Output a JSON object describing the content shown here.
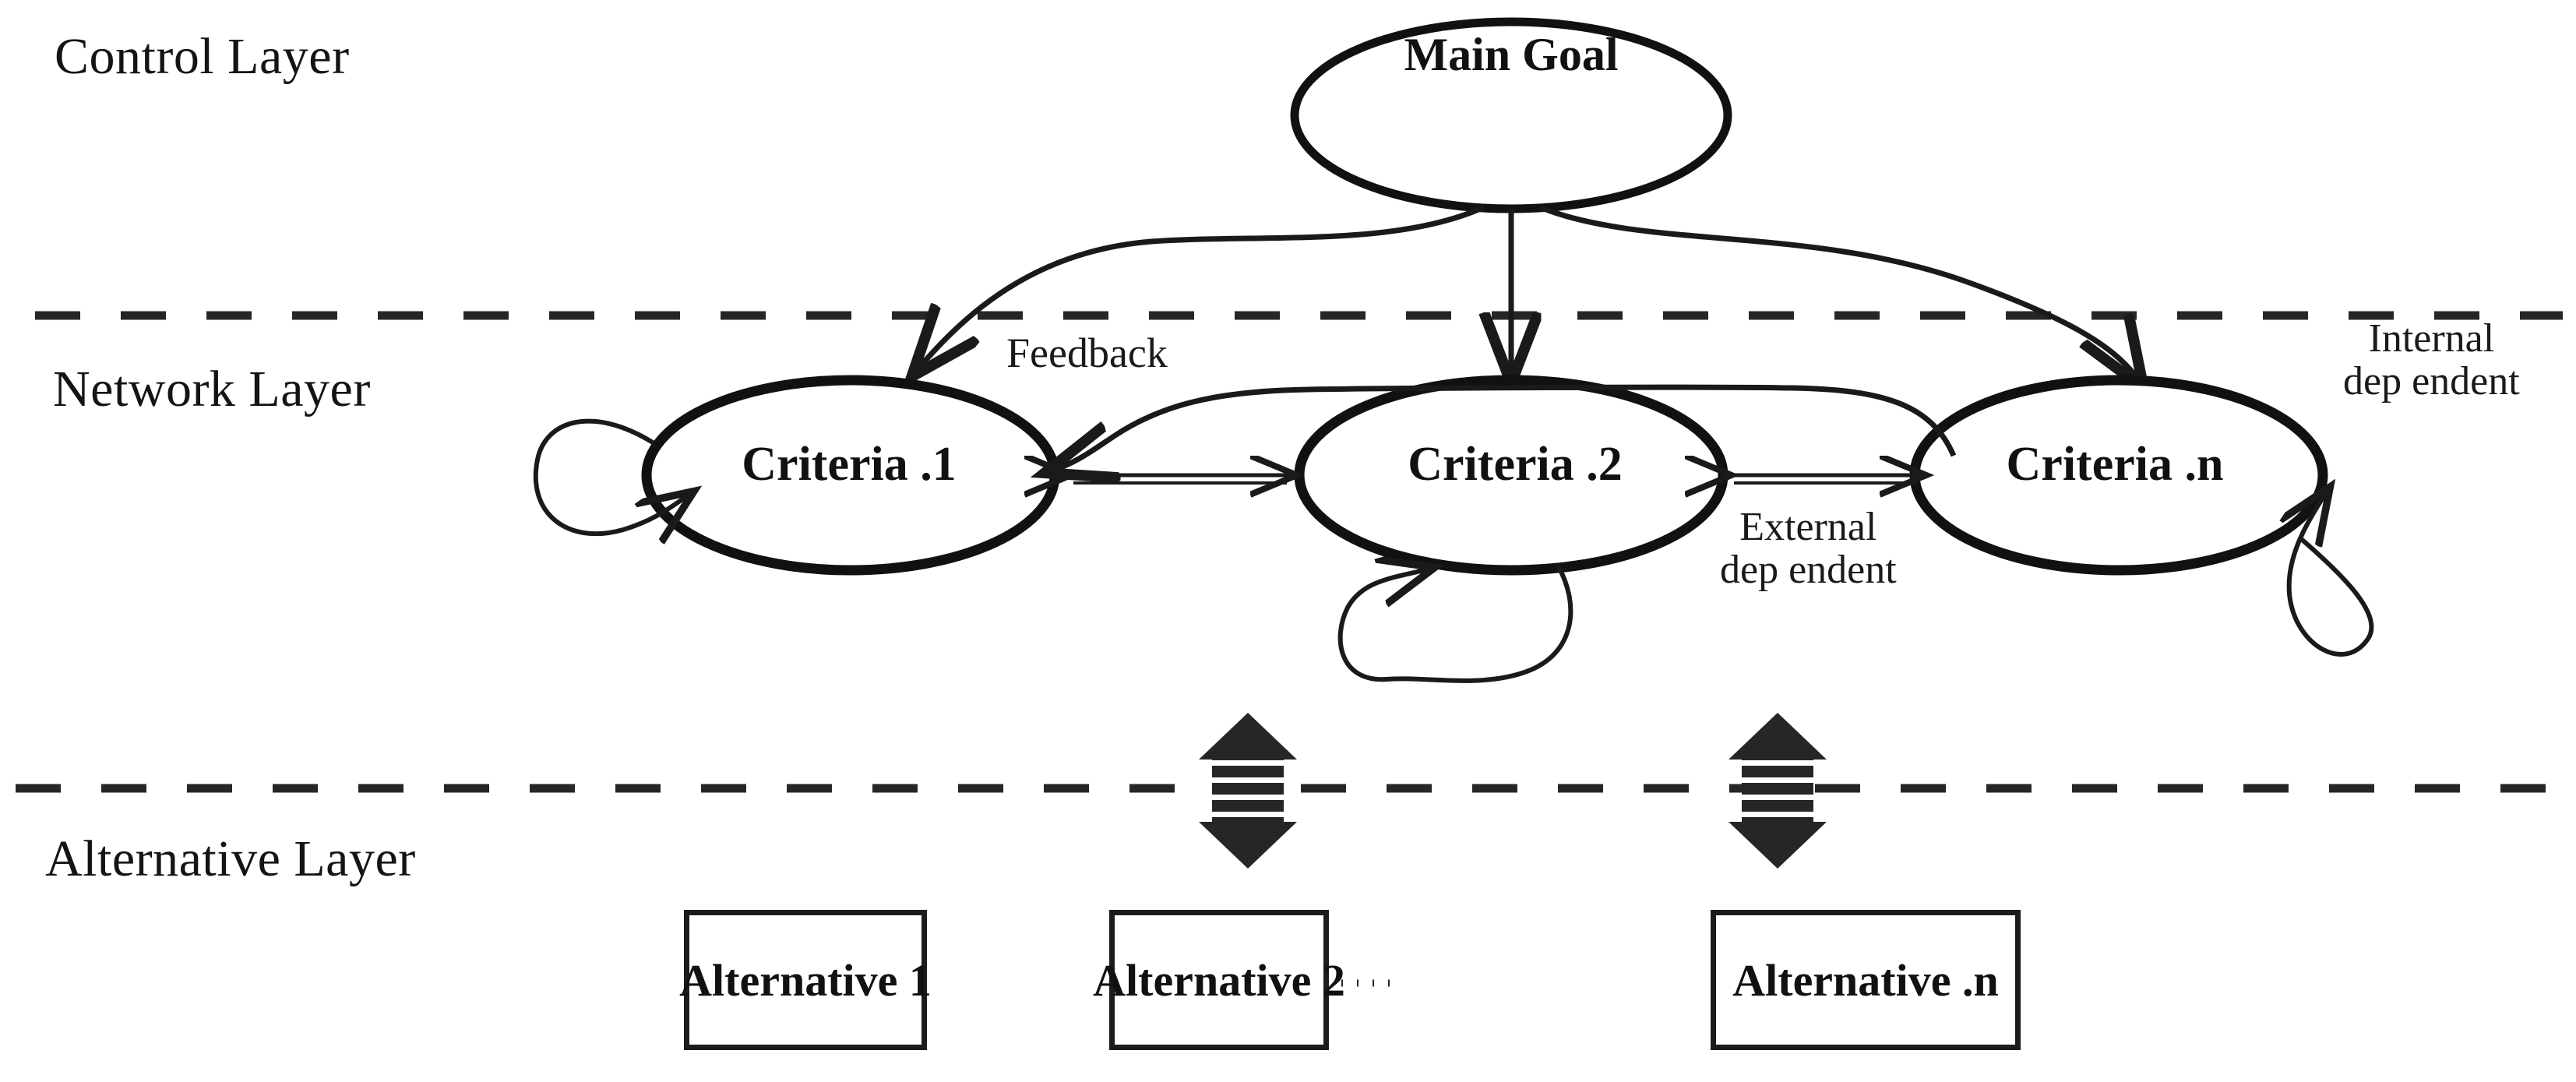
{
  "diagram": {
    "title": "Analytic Network Process (ANP) structure",
    "background_color": "#ffffff",
    "stroke_color": "#1a1a1a",
    "layers": [
      {
        "id": "control",
        "label": "Control Layer"
      },
      {
        "id": "network",
        "label": "Network Layer"
      },
      {
        "id": "alternative",
        "label": "Alternative Layer"
      }
    ],
    "nodes": {
      "goal": {
        "label": "Main Goal",
        "shape": "ellipse"
      },
      "criteria": [
        {
          "id": "c1",
          "label": "Criteria .1",
          "shape": "ellipse"
        },
        {
          "id": "c2",
          "label": "Criteria .2",
          "shape": "ellipse"
        },
        {
          "id": "cn",
          "label": "Criteria .n",
          "shape": "ellipse"
        }
      ],
      "alternatives": [
        {
          "id": "a1",
          "label": "Alternative 1",
          "shape": "rect"
        },
        {
          "id": "a2",
          "label": "Alternative 2",
          "shape": "rect"
        },
        {
          "id": "an",
          "label": "Alternative .n",
          "shape": "rect"
        }
      ]
    },
    "edge_labels": {
      "feedback": "Feedback",
      "external_dependent_line1": "External",
      "external_dependent_line2": "dep endent",
      "internal_dependent_line1": "Internal",
      "internal_dependent_line2": "dep endent"
    },
    "separators": [
      {
        "id": "control-network-divider",
        "style": "dashed"
      },
      {
        "id": "network-alternative-divider",
        "style": "dashed"
      }
    ],
    "connectors": {
      "goal_to_criteria": "three arrows fanning down from Main Goal to each criteria",
      "c1_c2_bidirectional": "double-headed horizontal arrow",
      "c2_cn_bidirectional": "double-headed horizontal arrow",
      "self_loops": [
        "criteria-1 left self loop",
        "criteria-2 bottom self loop",
        "criteria-n right self loop"
      ],
      "layer_links": [
        "striped double arrow under criteria-2",
        "striped double arrow under criteria-n"
      ],
      "alternatives_ellipsis": "dotted line between Alternative 2 and Alternative .n"
    }
  }
}
